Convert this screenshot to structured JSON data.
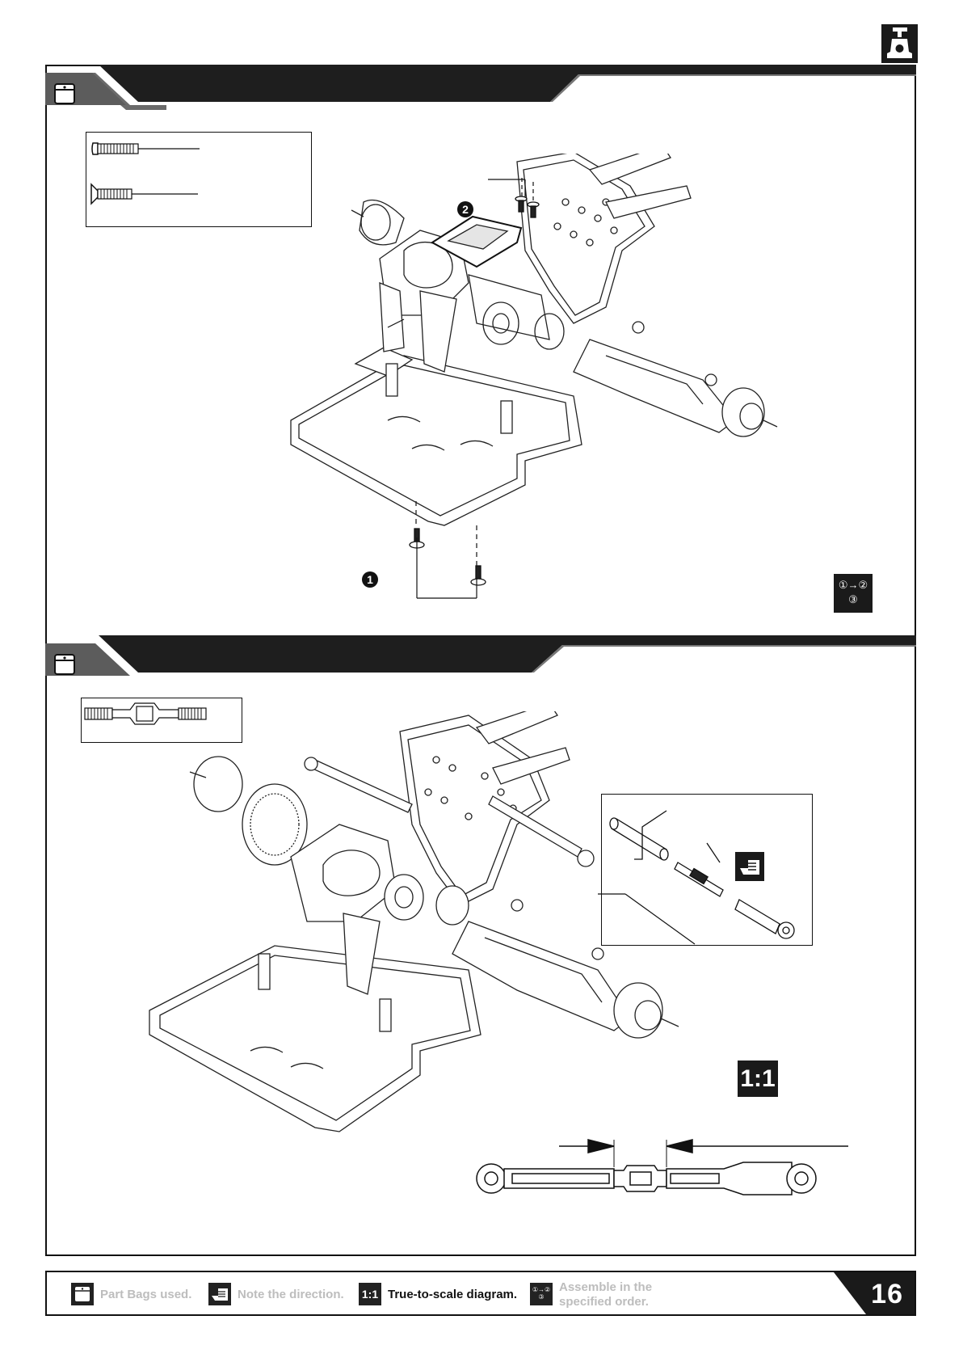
{
  "page": {
    "number": "16"
  },
  "steps": [
    {
      "callouts": [
        "1",
        "2"
      ],
      "icon": "part-bag-icon"
    },
    {
      "callouts": [],
      "icon": "part-bag-icon"
    }
  ],
  "badges": {
    "order_badge": {
      "line1": "①→②",
      "line2": "③"
    },
    "scale_badge": "1:1"
  },
  "legend": {
    "part_bags": "Part Bags used.",
    "note_direction": "Note the direction.",
    "true_to_scale_icon": "1:1",
    "true_to_scale": "True-to-scale diagram.",
    "assemble_order_line1": "Assemble in the",
    "assemble_order_line2": "specified order.",
    "assemble_icon_line1": "①→②",
    "assemble_icon_line2": "③"
  },
  "colors": {
    "ink": "#111111",
    "banner_dark": "#1e1e1e",
    "legend_faded": "#bdbdbd",
    "page_num_bg": "#1a1a1a"
  },
  "icons": [
    "part-bag-icon",
    "hand-pointer-icon",
    "true-scale-icon",
    "order-icon",
    "car-corner-icon"
  ]
}
